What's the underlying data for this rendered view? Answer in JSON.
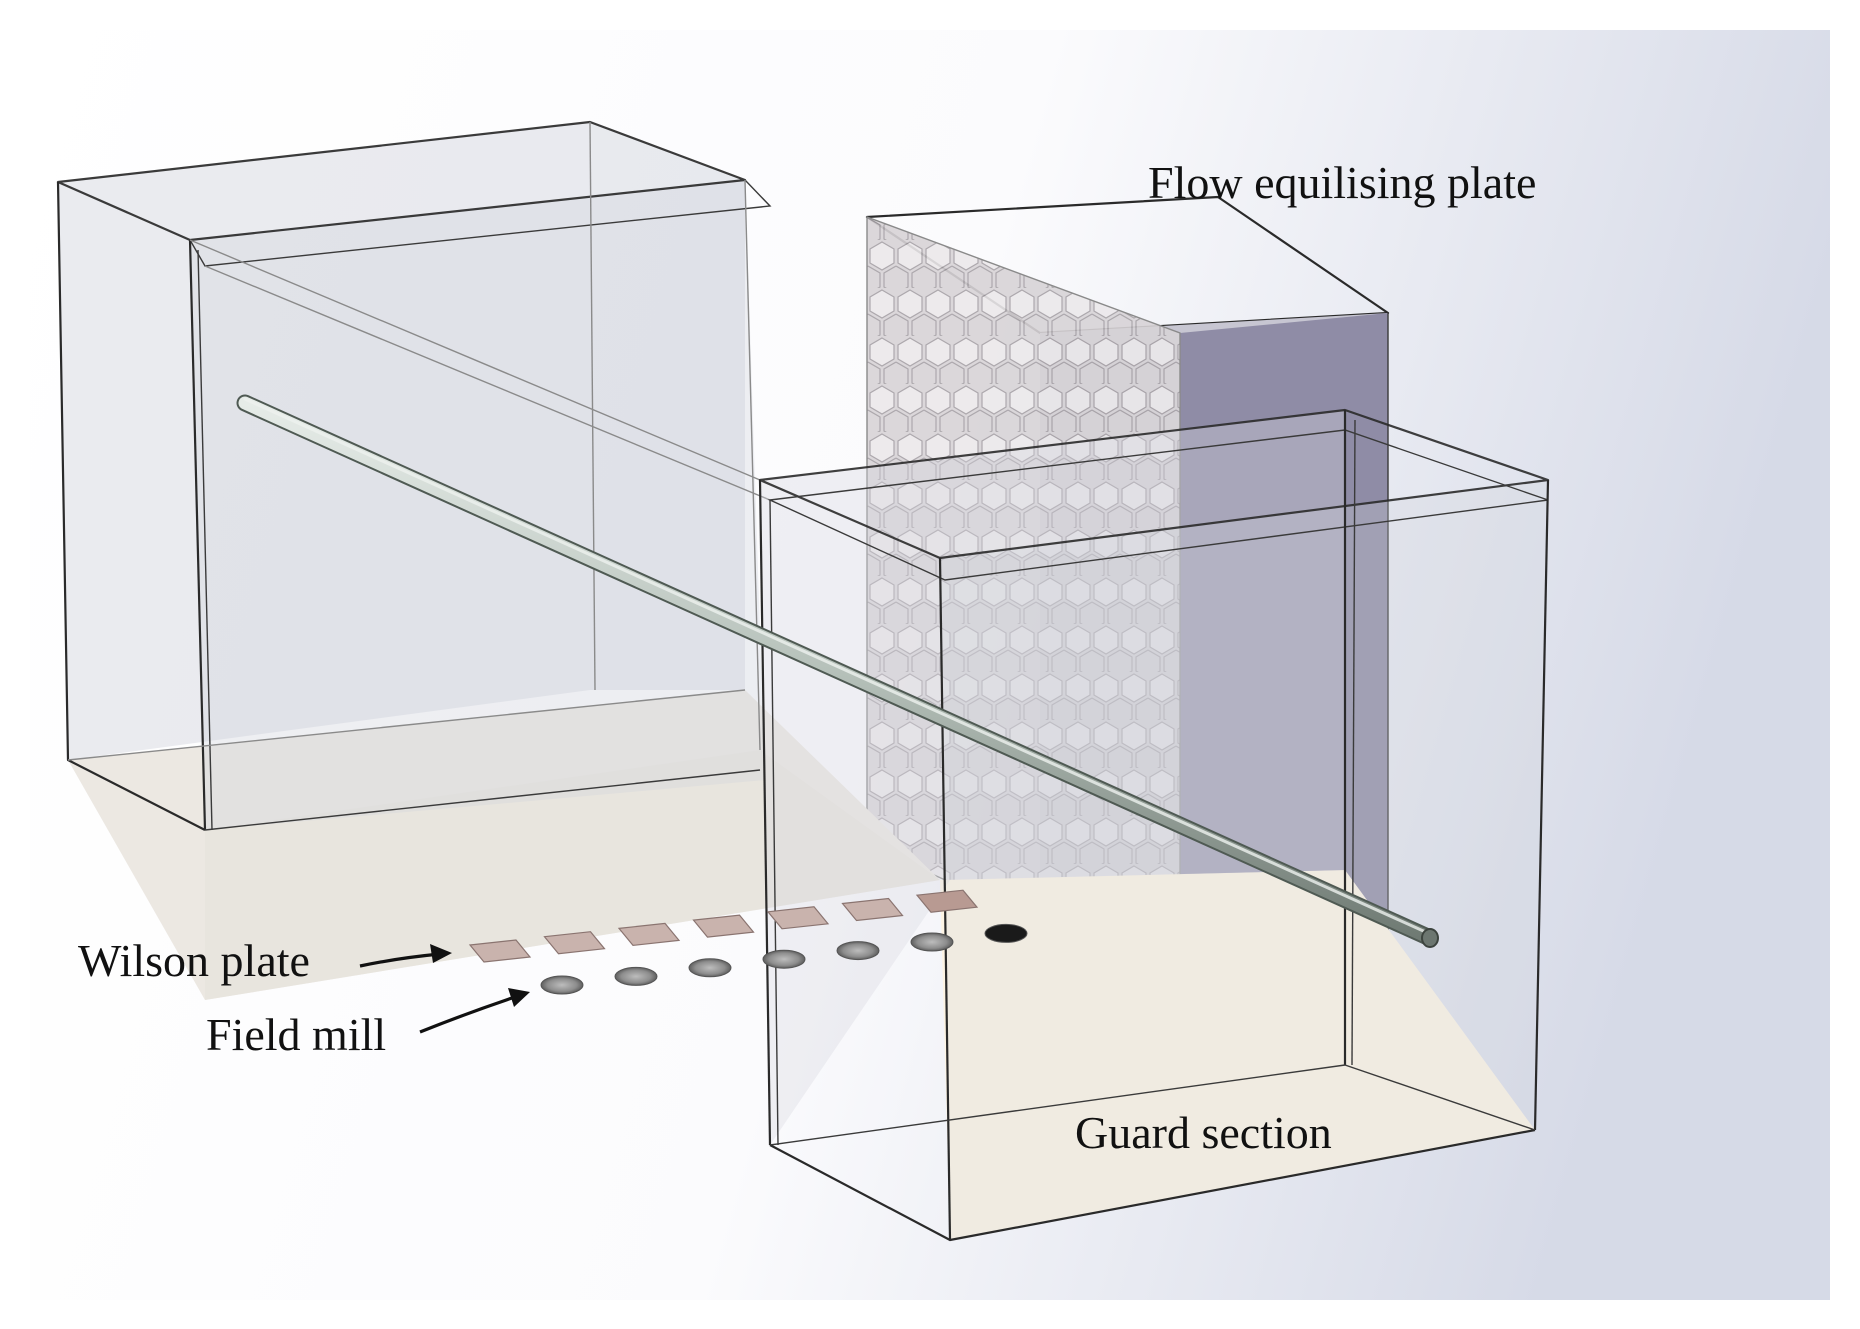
{
  "labels": {
    "flow_plate": "Flow equilising plate",
    "wilson_plate": "Wilson plate",
    "field_mill": "Field mill",
    "guard_section": "Guard section"
  },
  "colors": {
    "floor_main": "#ece8e2",
    "floor_guard": "#fdf4e4",
    "glass": "#cfd3dc",
    "purple_side": "#8f8ca6",
    "rod": "#b9c4bd",
    "wilson_plate": "#c9b3ad",
    "field_mill": "#9a9a9a",
    "outline": "#2a2a2a"
  },
  "arrays": {
    "wilson_plate_count": 7,
    "field_mill_count": 7
  }
}
